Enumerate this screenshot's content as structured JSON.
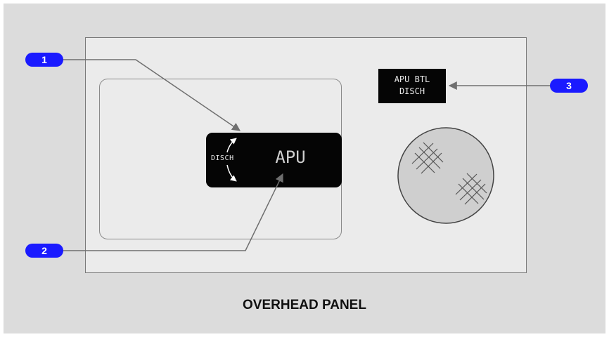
{
  "panel": {
    "caption": "OVERHEAD PANEL"
  },
  "fire_handle": {
    "label": "APU",
    "disch_label": "DISCH"
  },
  "bottle_light": {
    "line1": "APU BTL",
    "line2": "DISCH"
  },
  "callouts": [
    {
      "number": "1"
    },
    {
      "number": "2"
    },
    {
      "number": "3"
    }
  ],
  "colors": {
    "callout": "#1a1aff",
    "panel_bg": "#ebebeb",
    "handle": "#050505"
  }
}
